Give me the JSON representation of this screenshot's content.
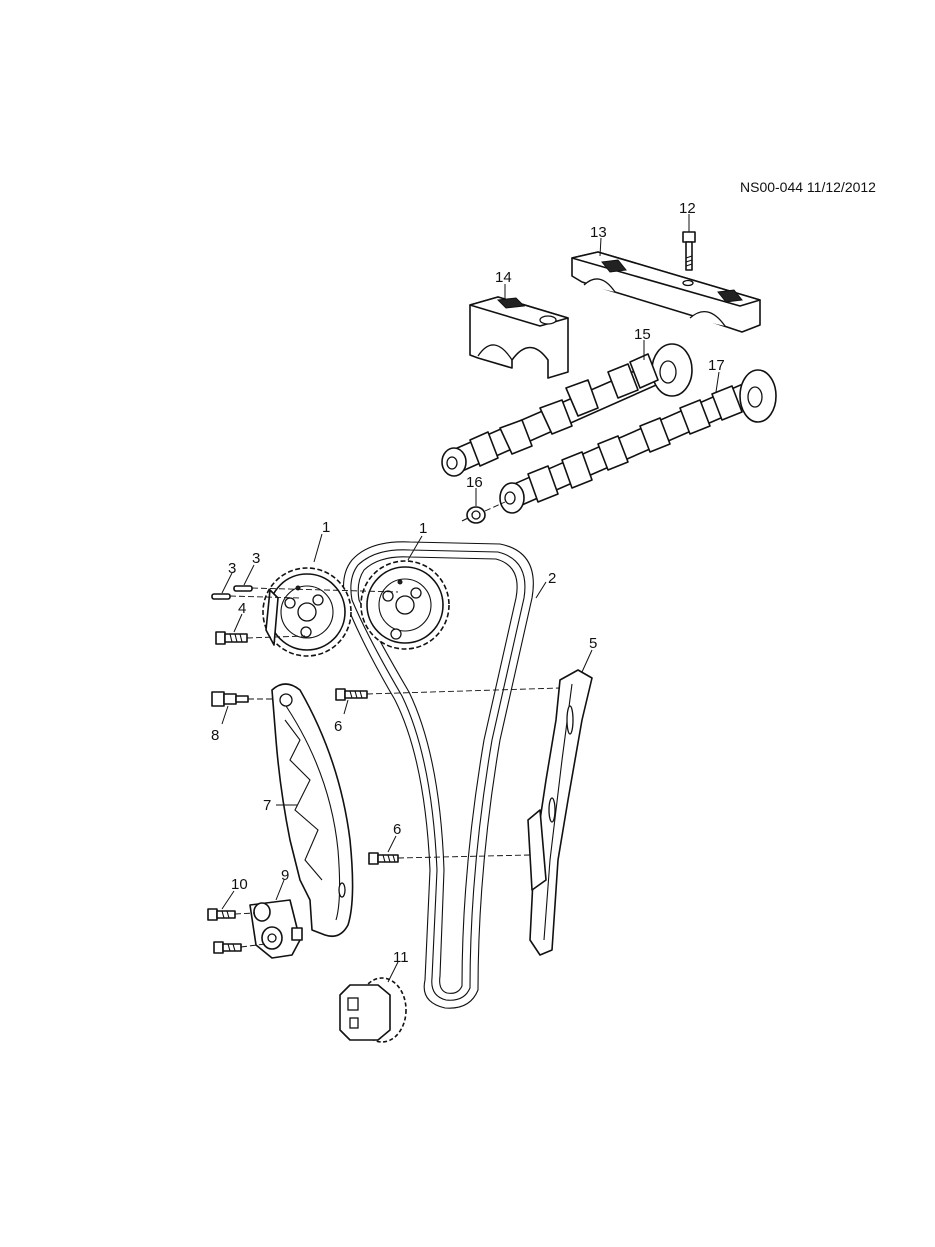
{
  "document": {
    "reference": "NS00-044 11/12/2012"
  },
  "callouts": [
    {
      "id": "c1a",
      "label": "1"
    },
    {
      "id": "c1b",
      "label": "1"
    },
    {
      "id": "c2",
      "label": "2"
    },
    {
      "id": "c3a",
      "label": "3"
    },
    {
      "id": "c3b",
      "label": "3"
    },
    {
      "id": "c4",
      "label": "4"
    },
    {
      "id": "c5",
      "label": "5"
    },
    {
      "id": "c6a",
      "label": "6"
    },
    {
      "id": "c6b",
      "label": "6"
    },
    {
      "id": "c7",
      "label": "7"
    },
    {
      "id": "c8",
      "label": "8"
    },
    {
      "id": "c9",
      "label": "9"
    },
    {
      "id": "c10",
      "label": "10"
    },
    {
      "id": "c11",
      "label": "11"
    },
    {
      "id": "c12",
      "label": "12"
    },
    {
      "id": "c13",
      "label": "13"
    },
    {
      "id": "c14",
      "label": "14"
    },
    {
      "id": "c15",
      "label": "15"
    },
    {
      "id": "c16",
      "label": "16"
    },
    {
      "id": "c17",
      "label": "17"
    }
  ]
}
